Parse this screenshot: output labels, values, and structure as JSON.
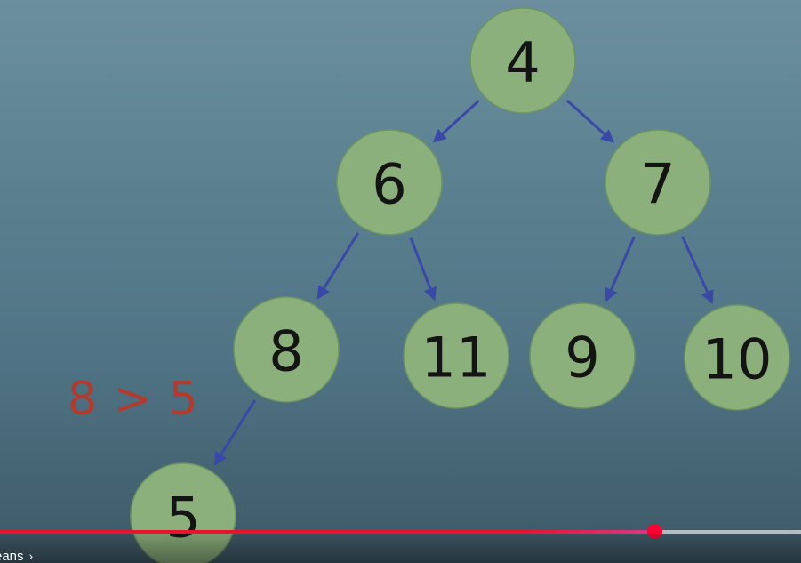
{
  "diagram": {
    "nodes": [
      {
        "id": "n4",
        "label": "4"
      },
      {
        "id": "n6",
        "label": "6"
      },
      {
        "id": "n7",
        "label": "7"
      },
      {
        "id": "n8",
        "label": "8"
      },
      {
        "id": "n11",
        "label": "11"
      },
      {
        "id": "n9",
        "label": "9"
      },
      {
        "id": "n10",
        "label": "10"
      },
      {
        "id": "n5",
        "label": "5"
      }
    ],
    "edges": [
      {
        "from": "n4",
        "to": "n6"
      },
      {
        "from": "n4",
        "to": "n7"
      },
      {
        "from": "n6",
        "to": "n8"
      },
      {
        "from": "n6",
        "to": "n11"
      },
      {
        "from": "n7",
        "to": "n9"
      },
      {
        "from": "n7",
        "to": "n10"
      },
      {
        "from": "n8",
        "to": "n5"
      }
    ],
    "comparison": "8 > 5"
  },
  "player": {
    "progress_fraction": 0.817,
    "chapter_label": "eans",
    "chapter_chevron": "›"
  },
  "colors": {
    "node_fill": "#8cb07c",
    "edge": "#3a48a8",
    "comparison_text": "#b23b30",
    "progress_played": "#e8132e"
  }
}
